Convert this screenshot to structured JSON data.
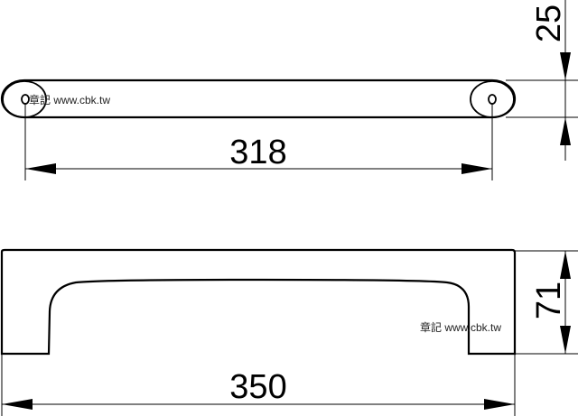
{
  "top_view": {
    "width_dimension": "318",
    "height_dimension": "25",
    "watermark": "章記 www.cbk.tw"
  },
  "front_view": {
    "width_dimension": "350",
    "height_dimension": "71",
    "watermark": "章記 www.cbk.tw"
  }
}
